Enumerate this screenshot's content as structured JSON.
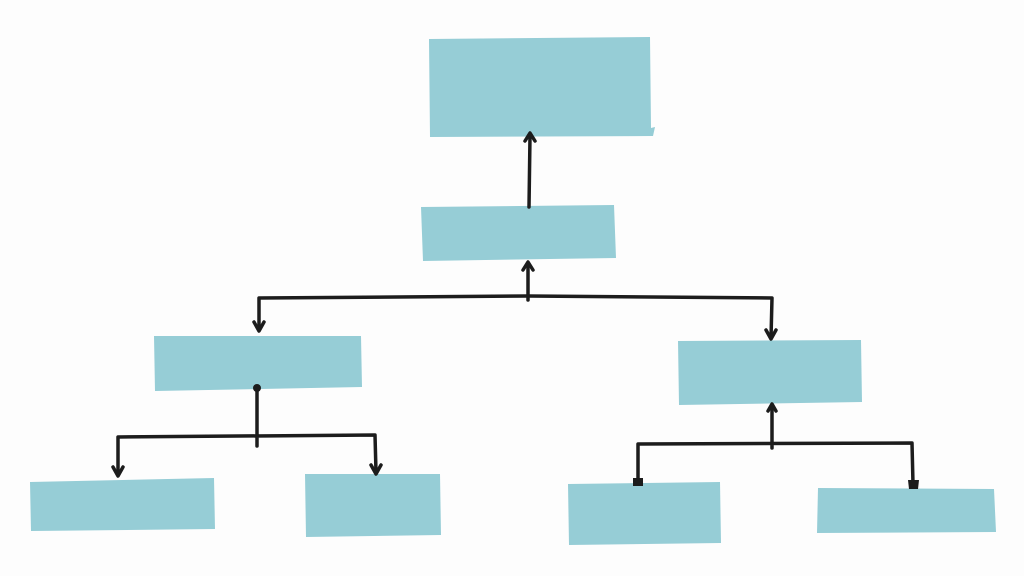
{
  "colors": {
    "box": "#96cdd6",
    "line": "#1c1c1c",
    "background": "#fdfdfd"
  },
  "hierarchy": {
    "levels": [
      {
        "boxes": 1
      },
      {
        "boxes": 1
      },
      {
        "boxes": 2
      },
      {
        "boxes": 4
      }
    ]
  }
}
